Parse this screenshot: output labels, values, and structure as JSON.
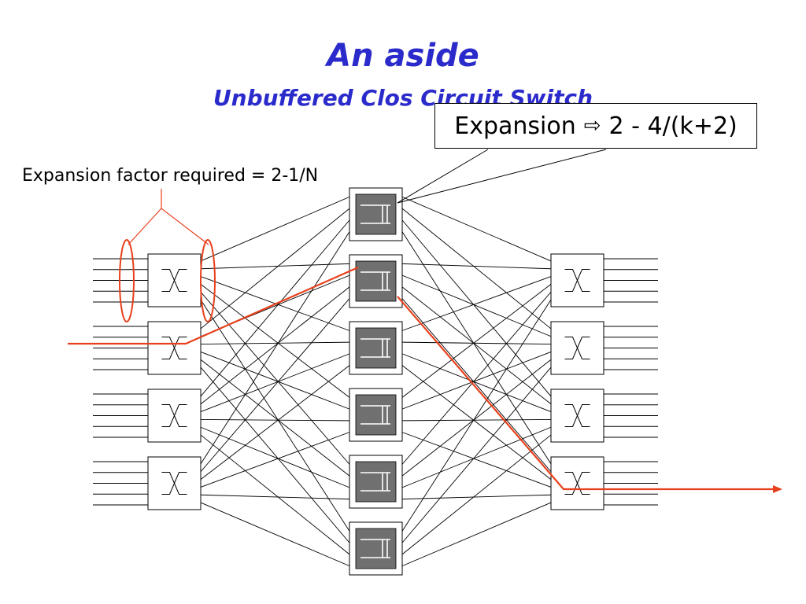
{
  "slide": {
    "title": "An aside",
    "subtitle": "Unbuffered Clos Circuit Switch",
    "callout_prefix": "Expansion",
    "callout_arrow": "⇨",
    "callout_formula": "2 - 4/(k+2)",
    "expansion_label": "Expansion factor required = 2-1/N"
  },
  "diagram": {
    "ingress_switch_count": 4,
    "middle_switch_count": 6,
    "egress_switch_count": 4,
    "ports_per_edge_switch": 5,
    "colors": {
      "wire": "#000000",
      "path": "#e8401c",
      "middle_fill": "#707070",
      "title": "#2b2bcc"
    }
  }
}
